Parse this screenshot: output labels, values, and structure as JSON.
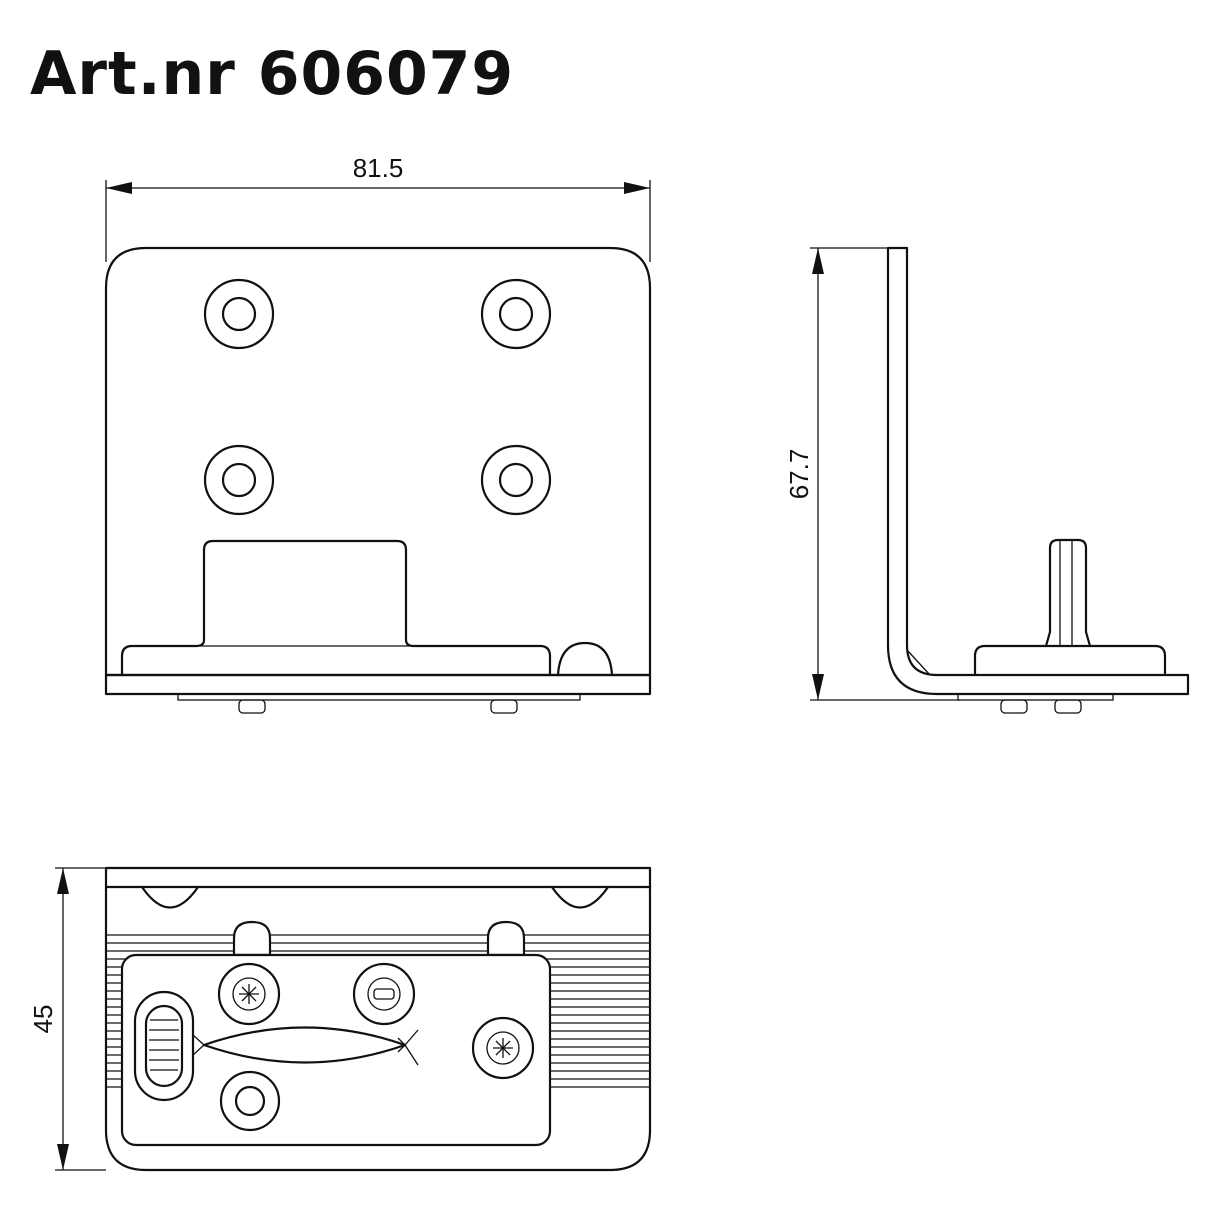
{
  "title": "Art.nr 606079",
  "dimensions": {
    "width": "81.5",
    "height": "67.7",
    "depth": "45"
  }
}
